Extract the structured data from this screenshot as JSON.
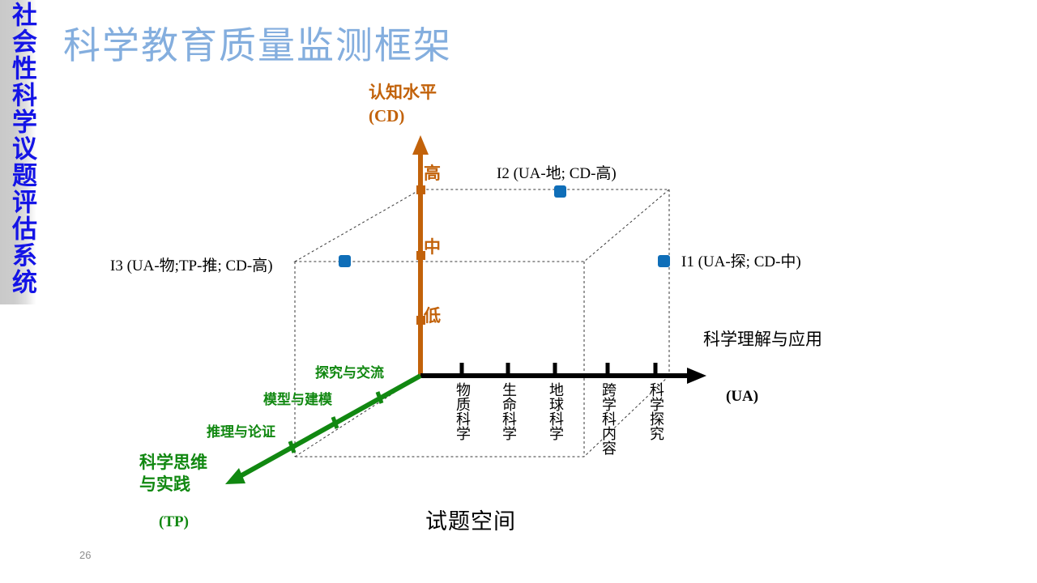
{
  "sidebar": {
    "banner_text": "社会性科学议题评估系统",
    "color": "#1414e6",
    "background": "#c9c9c9"
  },
  "header": {
    "title": "科学教育质量监测框架",
    "title_color": "#84aede"
  },
  "footer": {
    "slide_number": "26"
  },
  "chart_data": {
    "type": "scatter",
    "title": "科学教育质量监测框架",
    "caption": "试题空间",
    "axes": {
      "x": {
        "name": "科学理解与应用",
        "abbr": "(UA)",
        "color": "#000000",
        "ticks": [
          "物质科学",
          "生命科学",
          "地球科学",
          "跨学科内容",
          "科学探究"
        ]
      },
      "y": {
        "name": "认知水平",
        "abbr": "(CD)",
        "color": "#c2620a",
        "ticks": [
          "低",
          "中",
          "高"
        ]
      },
      "z": {
        "name": "科学思维与实践",
        "abbr": "(TP)",
        "color": "#118811",
        "ticks": [
          "推理与论证",
          "模型与建模",
          "探究与交流"
        ]
      }
    },
    "points": [
      {
        "id": "I1",
        "label": "I1 (UA-探; CD-中)",
        "ua": "科学探究",
        "cd": "中",
        "color": "#0f6eb8"
      },
      {
        "id": "I2",
        "label": "I2 (UA-地; CD-高)",
        "ua": "地球科学",
        "cd": "高",
        "color": "#0f6eb8"
      },
      {
        "id": "I3",
        "label": "I3 (UA-物;TP-推; CD-高)",
        "ua": "物质科学",
        "tp": "推理与论证",
        "cd": "高",
        "color": "#0f6eb8"
      }
    ]
  }
}
